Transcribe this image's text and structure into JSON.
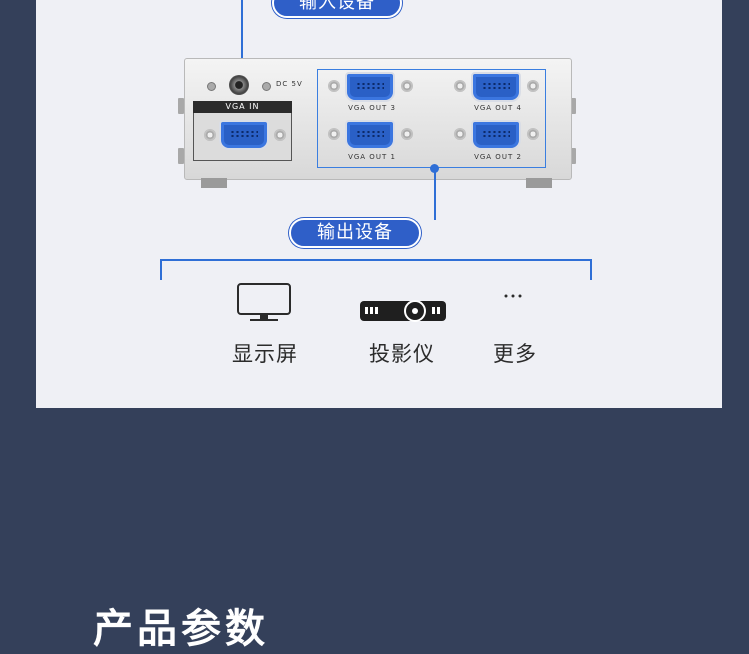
{
  "input_label": "输入设备",
  "output_label": "输出设备",
  "device": {
    "vga_in": "VGA IN",
    "dc": "DC 5V",
    "outputs": [
      "VGA OUT 3",
      "VGA OUT 4",
      "VGA OUT 1",
      "VGA OUT 2"
    ]
  },
  "devices": [
    {
      "label": "显示屏",
      "icon": "monitor-icon"
    },
    {
      "label": "投影仪",
      "icon": "projector-icon"
    },
    {
      "label": "更多",
      "icon": "more-icon"
    }
  ],
  "section_title": "产品参数",
  "colors": {
    "accent": "#2f6fd6",
    "pill": "#2f5fc8",
    "bg": "#34405a",
    "card": "#eff0f5"
  }
}
